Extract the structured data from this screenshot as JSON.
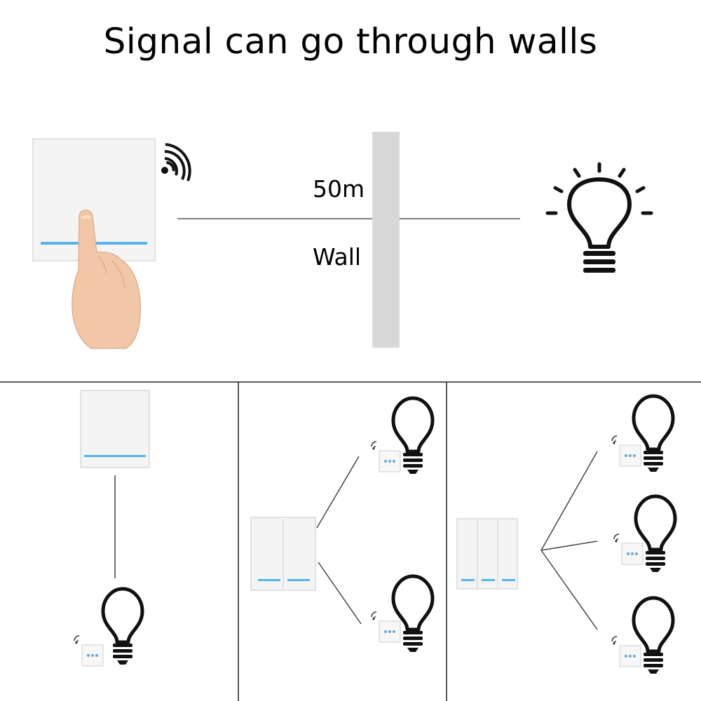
{
  "title": "Signal can go through walls",
  "distance_label": "50m",
  "wall_label": "Wall",
  "colors": {
    "switch_panel": "#f3f3f3",
    "indicator": "#58b4e8",
    "wall": "#d8d8d8",
    "line": "#555555",
    "divider": "#222222",
    "skin": "#f1c7a8"
  },
  "icons": [
    "wireless-signal-icon",
    "light-bulb-icon",
    "finger-press-icon",
    "touch-switch-icon"
  ],
  "panels": [
    {
      "gang_count": 1,
      "bulb_count": 1
    },
    {
      "gang_count": 2,
      "bulb_count": 2
    },
    {
      "gang_count": 3,
      "bulb_count": 3
    }
  ]
}
